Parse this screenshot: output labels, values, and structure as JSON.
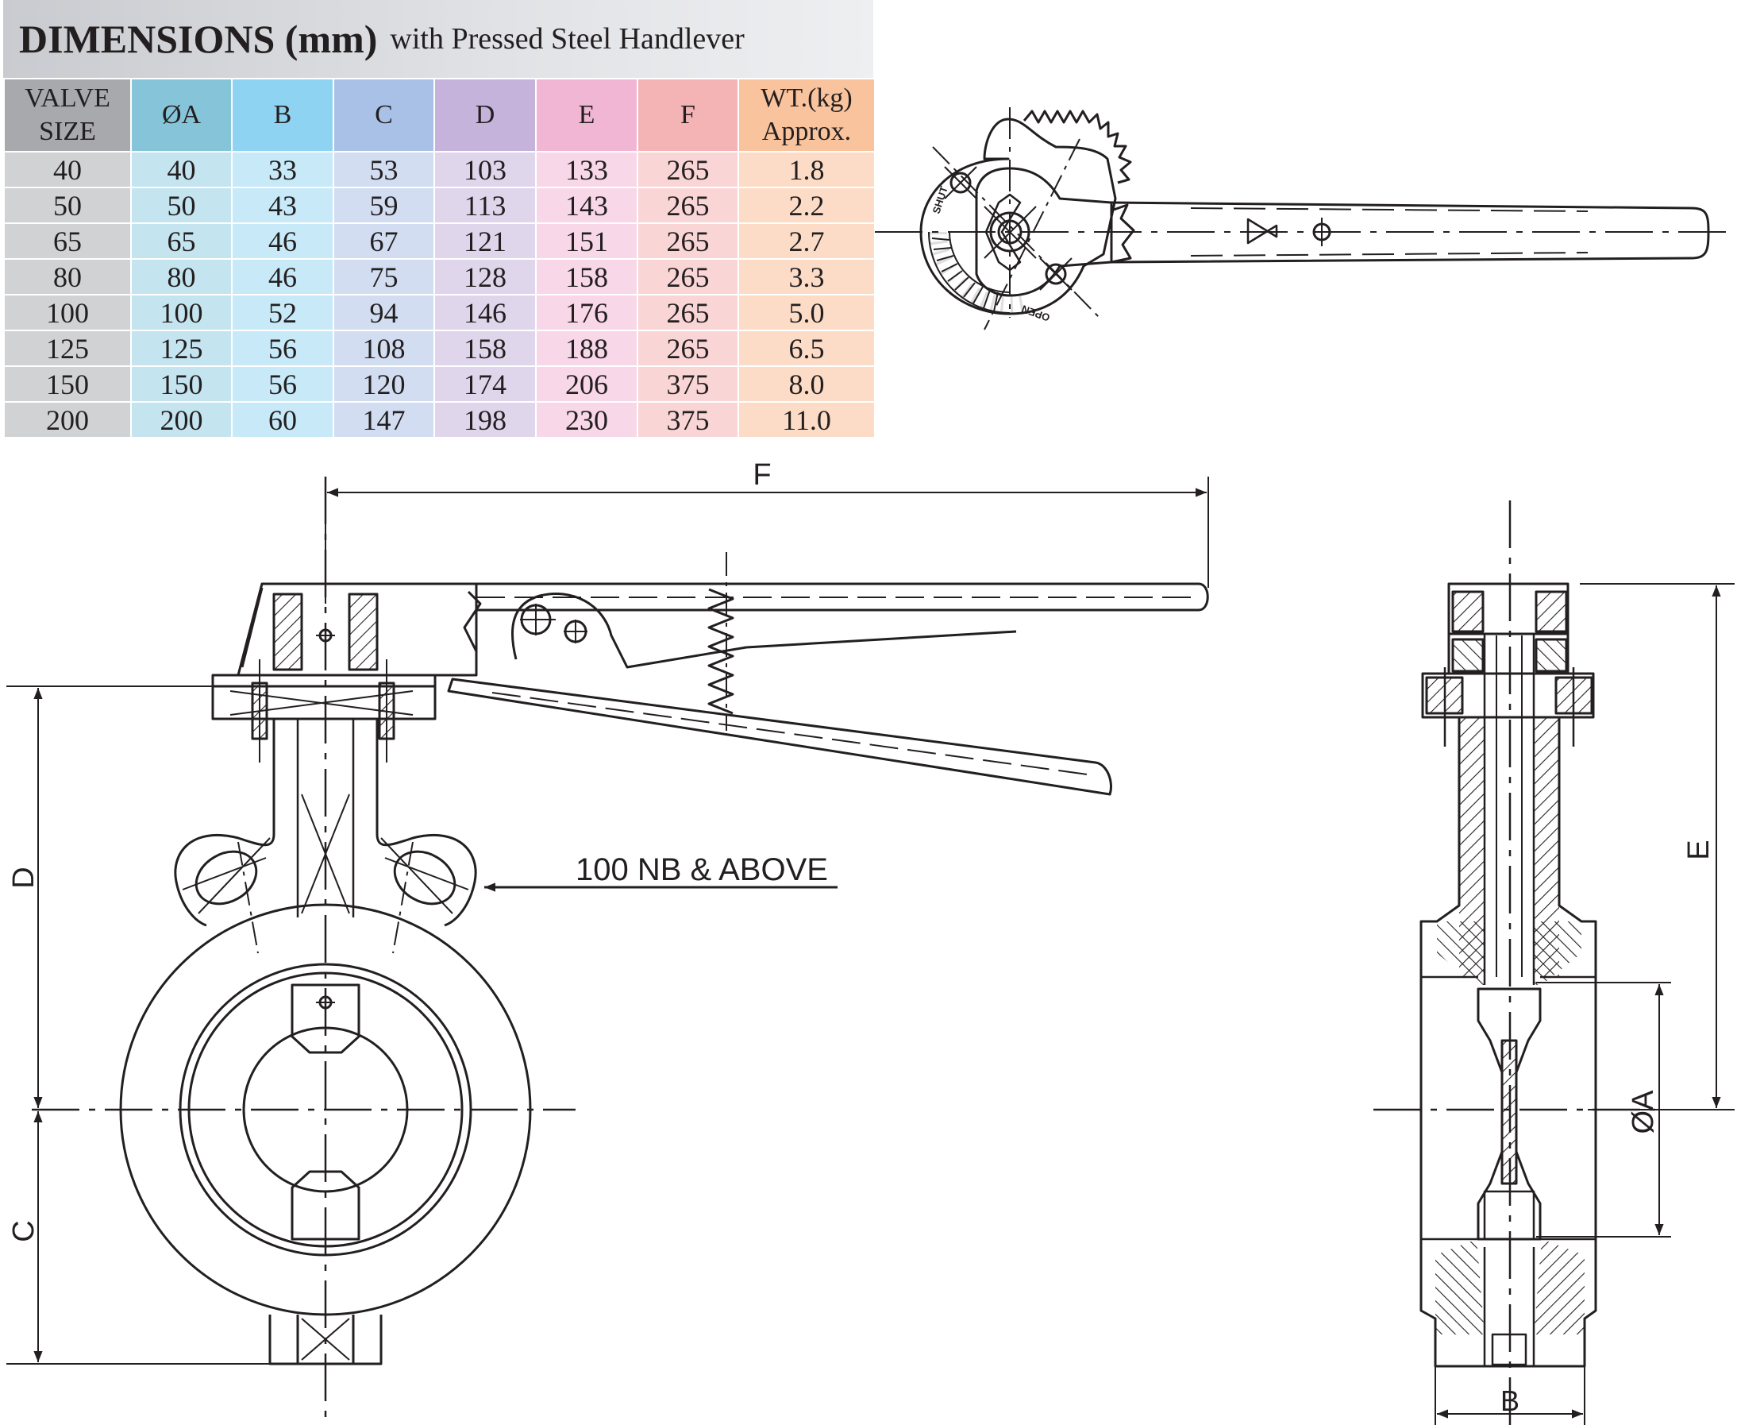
{
  "title": {
    "main": "DIMENSIONS (mm)",
    "sub": "with Pressed Steel Handlever"
  },
  "table": {
    "columns": [
      {
        "label": "VALVE SIZE",
        "head": "#a7a9ac",
        "body": "#d1d2d4"
      },
      {
        "label": "ØA",
        "head": "#86c5d9",
        "body": "#c4e4ef"
      },
      {
        "label": "B",
        "head": "#8fd3f2",
        "body": "#c7e9f8"
      },
      {
        "label": "C",
        "head": "#a9c1e6",
        "body": "#d2ddf1"
      },
      {
        "label": "D",
        "head": "#c6b3dc",
        "body": "#e0d6ec"
      },
      {
        "label": "E",
        "head": "#f2b6d5",
        "body": "#f8d7e8"
      },
      {
        "label": "F",
        "head": "#f4b3b5",
        "body": "#f9d5d6"
      },
      {
        "label": "WT.(kg) Approx.",
        "head": "#f9c39d",
        "body": "#fcdcc6"
      }
    ],
    "rows": [
      [
        "40",
        "40",
        "33",
        "53",
        "103",
        "133",
        "265",
        "1.8"
      ],
      [
        "50",
        "50",
        "43",
        "59",
        "113",
        "143",
        "265",
        "2.2"
      ],
      [
        "65",
        "65",
        "46",
        "67",
        "121",
        "151",
        "265",
        "2.7"
      ],
      [
        "80",
        "80",
        "46",
        "75",
        "128",
        "158",
        "265",
        "3.3"
      ],
      [
        "100",
        "100",
        "52",
        "94",
        "146",
        "176",
        "265",
        "5.0"
      ],
      [
        "125",
        "125",
        "56",
        "108",
        "158",
        "188",
        "265",
        "6.5"
      ],
      [
        "150",
        "150",
        "56",
        "120",
        "174",
        "206",
        "375",
        "8.0"
      ],
      [
        "200",
        "200",
        "60",
        "147",
        "198",
        "230",
        "375",
        "11.0"
      ]
    ]
  },
  "drawing": {
    "labels": {
      "F": "F",
      "D": "D",
      "C": "C",
      "E": "E",
      "A": "ØA",
      "B": "B",
      "note": "100 NB & ABOVE",
      "shut": "SHUT",
      "open": "OPEN"
    },
    "line_color": "#231f20"
  }
}
